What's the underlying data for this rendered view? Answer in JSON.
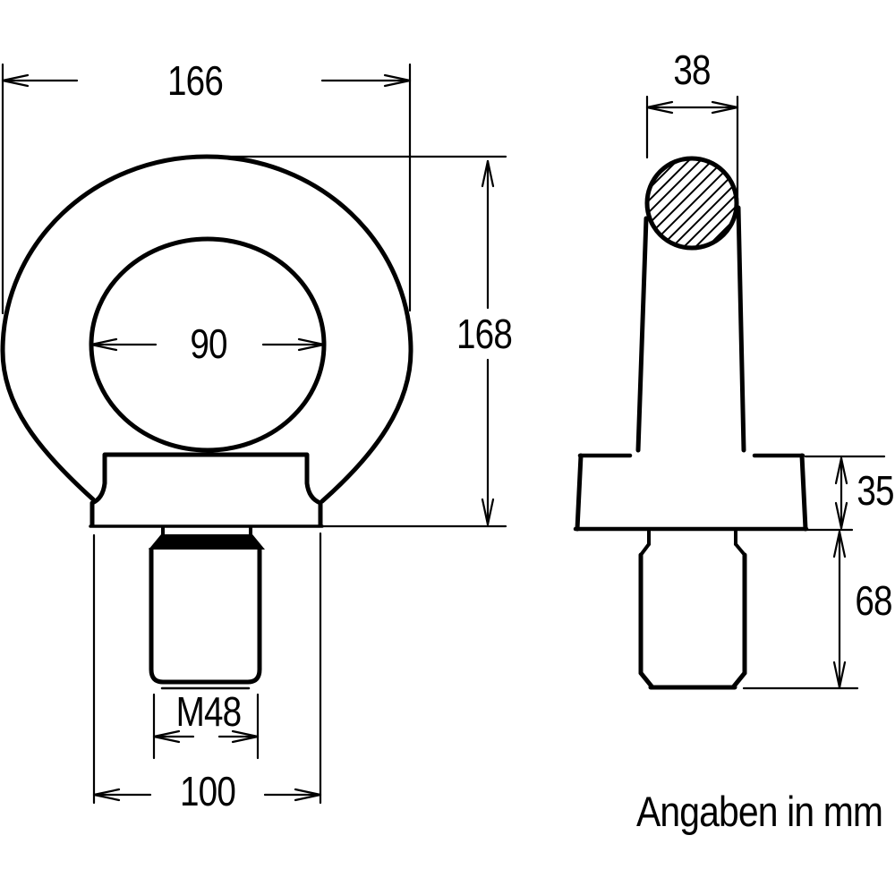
{
  "drawing": {
    "background": "#ffffff",
    "line_color": "#000000",
    "front_view": {
      "outer_width_mm": "166",
      "eye_inner_diameter_mm": "90",
      "overall_height_mm": "168",
      "thread_designation": "M48",
      "collar_width_mm": "100"
    },
    "side_view": {
      "ring_section_diameter_mm": "38",
      "collar_height_mm": "35",
      "shank_length_mm": "68"
    },
    "units_note": "Angaben in mm"
  }
}
